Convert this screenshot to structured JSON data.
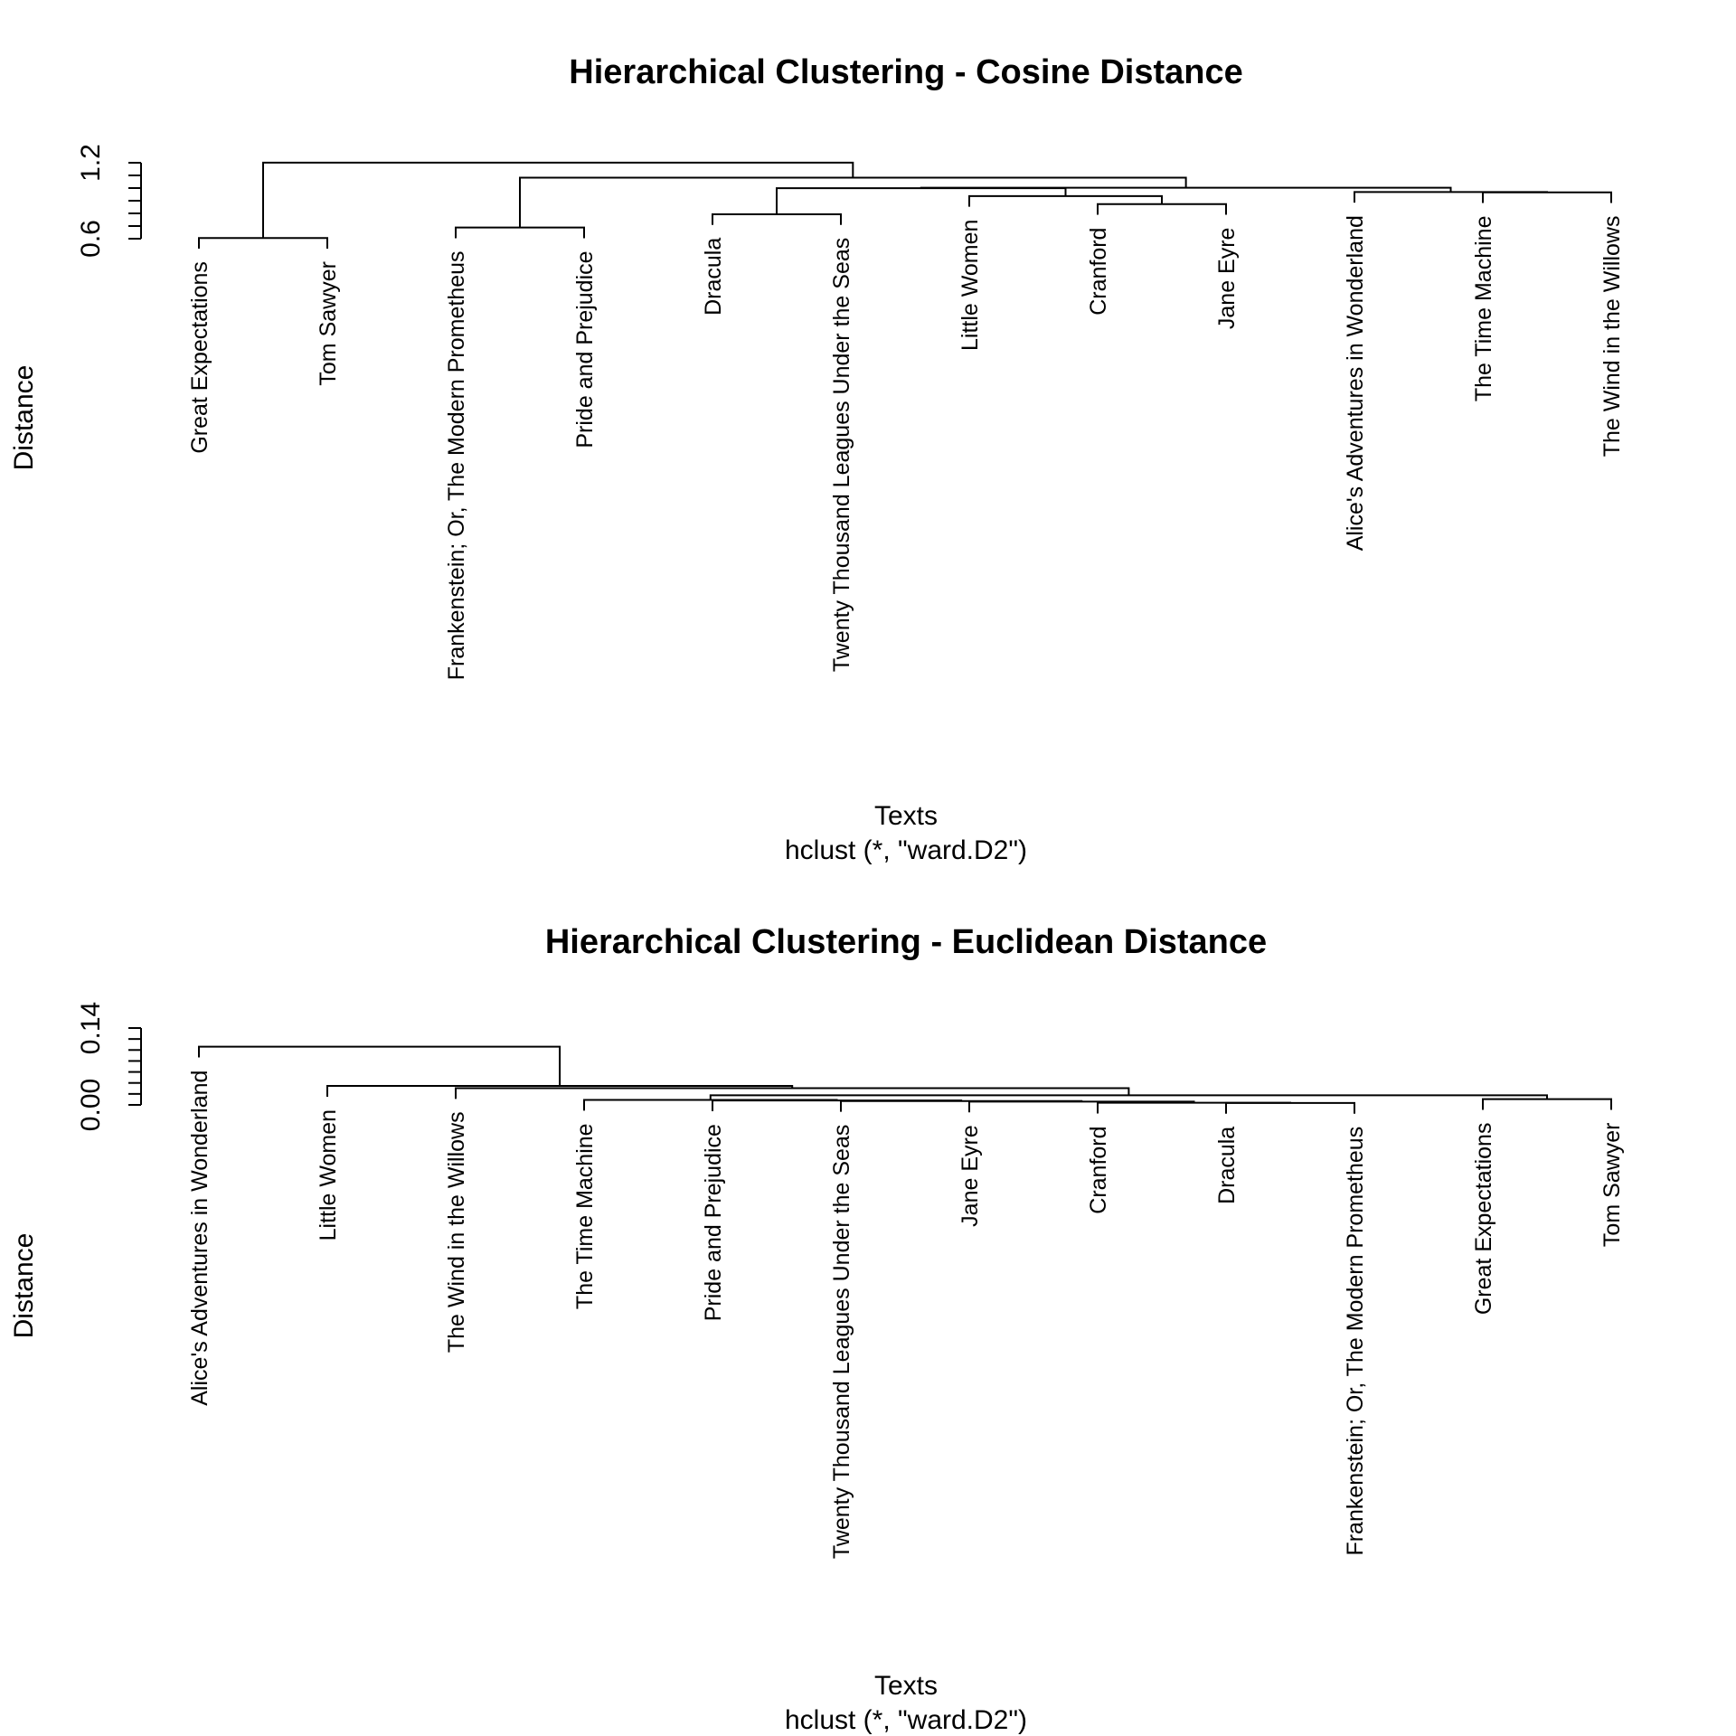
{
  "chart_data": [
    {
      "type": "dendrogram",
      "title": "Hierarchical Clustering - Cosine Distance",
      "xlabel": "Texts",
      "sub": "hclust (*, \"ward.D2\")",
      "ylabel": "Distance",
      "ylim": [
        0.6,
        1.25
      ],
      "yticks": [
        0.6,
        1.2
      ],
      "y_minor_ticks": [
        0.6,
        0.7,
        0.8,
        0.9,
        1.0,
        1.1,
        1.2
      ],
      "leaves": [
        "Great Expectations",
        "Tom Sawyer",
        "Frankenstein; Or, The Modern Prometheus",
        "Pride and Prejudice",
        "Dracula",
        "Twenty Thousand Leagues Under the Seas",
        "Little Women",
        "Cranford",
        "Jane Eyre",
        "Alice's Adventures in Wonderland",
        "The Time Machine",
        "The Wind in the Willows"
      ],
      "merges": [
        {
          "a": 11,
          "b": 12,
          "height": 0.966
        },
        {
          "a": 10,
          "b": -1,
          "height": 0.969
        },
        {
          "a": 8,
          "b": 9,
          "height": 0.873
        },
        {
          "a": 7,
          "b": -3,
          "height": 0.937
        },
        {
          "a": 5,
          "b": 6,
          "height": 0.793
        },
        {
          "a": -5,
          "b": -4,
          "height": 0.999
        },
        {
          "a": -6,
          "b": -2,
          "height": 1.003
        },
        {
          "a": 3,
          "b": 4,
          "height": 0.688
        },
        {
          "a": -8,
          "b": -7,
          "height": 1.082
        },
        {
          "a": 1,
          "b": 2,
          "height": 0.605
        },
        {
          "a": -10,
          "b": -9,
          "height": 1.201
        }
      ]
    },
    {
      "type": "dendrogram",
      "title": "Hierarchical Clustering - Euclidean Distance",
      "xlabel": "Texts",
      "sub": "hclust (*, \"ward.D2\")",
      "ylabel": "Distance",
      "ylim": [
        0.0,
        0.15
      ],
      "yticks": [
        0.0,
        0.14
      ],
      "y_minor_ticks": [
        0.0,
        0.02,
        0.04,
        0.06,
        0.08,
        0.1,
        0.12,
        0.14
      ],
      "leaves": [
        "Alice's Adventures in Wonderland",
        "Little Women",
        "The Wind in the Willows",
        "The Time Machine",
        "Pride and Prejudice",
        "Twenty Thousand Leagues Under the Seas",
        "Jane Eyre",
        "Cranford",
        "Dracula",
        "Frankenstein; Or, The Modern Prometheus",
        "Great Expectations",
        "Tom Sawyer"
      ],
      "merges": [
        {
          "a": 9,
          "b": 10,
          "height": 0.0035
        },
        {
          "a": 8,
          "b": -1,
          "height": 0.004
        },
        {
          "a": 7,
          "b": -2,
          "height": 0.006
        },
        {
          "a": 6,
          "b": -3,
          "height": 0.007
        },
        {
          "a": 5,
          "b": -4,
          "height": 0.008
        },
        {
          "a": 4,
          "b": -5,
          "height": 0.009
        },
        {
          "a": 11,
          "b": 12,
          "height": 0.0105
        },
        {
          "a": -7,
          "b": -6,
          "height": 0.0175
        },
        {
          "a": 3,
          "b": -8,
          "height": 0.0305
        },
        {
          "a": 2,
          "b": -9,
          "height": 0.0345
        },
        {
          "a": 1,
          "b": -10,
          "height": 0.106
        }
      ]
    }
  ]
}
